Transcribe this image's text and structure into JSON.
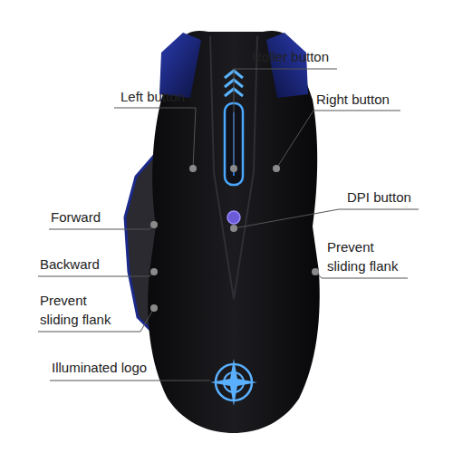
{
  "diagram": {
    "labels": [
      "Roller button",
      "Left button",
      "Right button",
      "DPI button",
      "Forward",
      "Prevent sliding flank",
      "Backward",
      "Prevent sliding flank",
      "Illuminated logo"
    ]
  }
}
